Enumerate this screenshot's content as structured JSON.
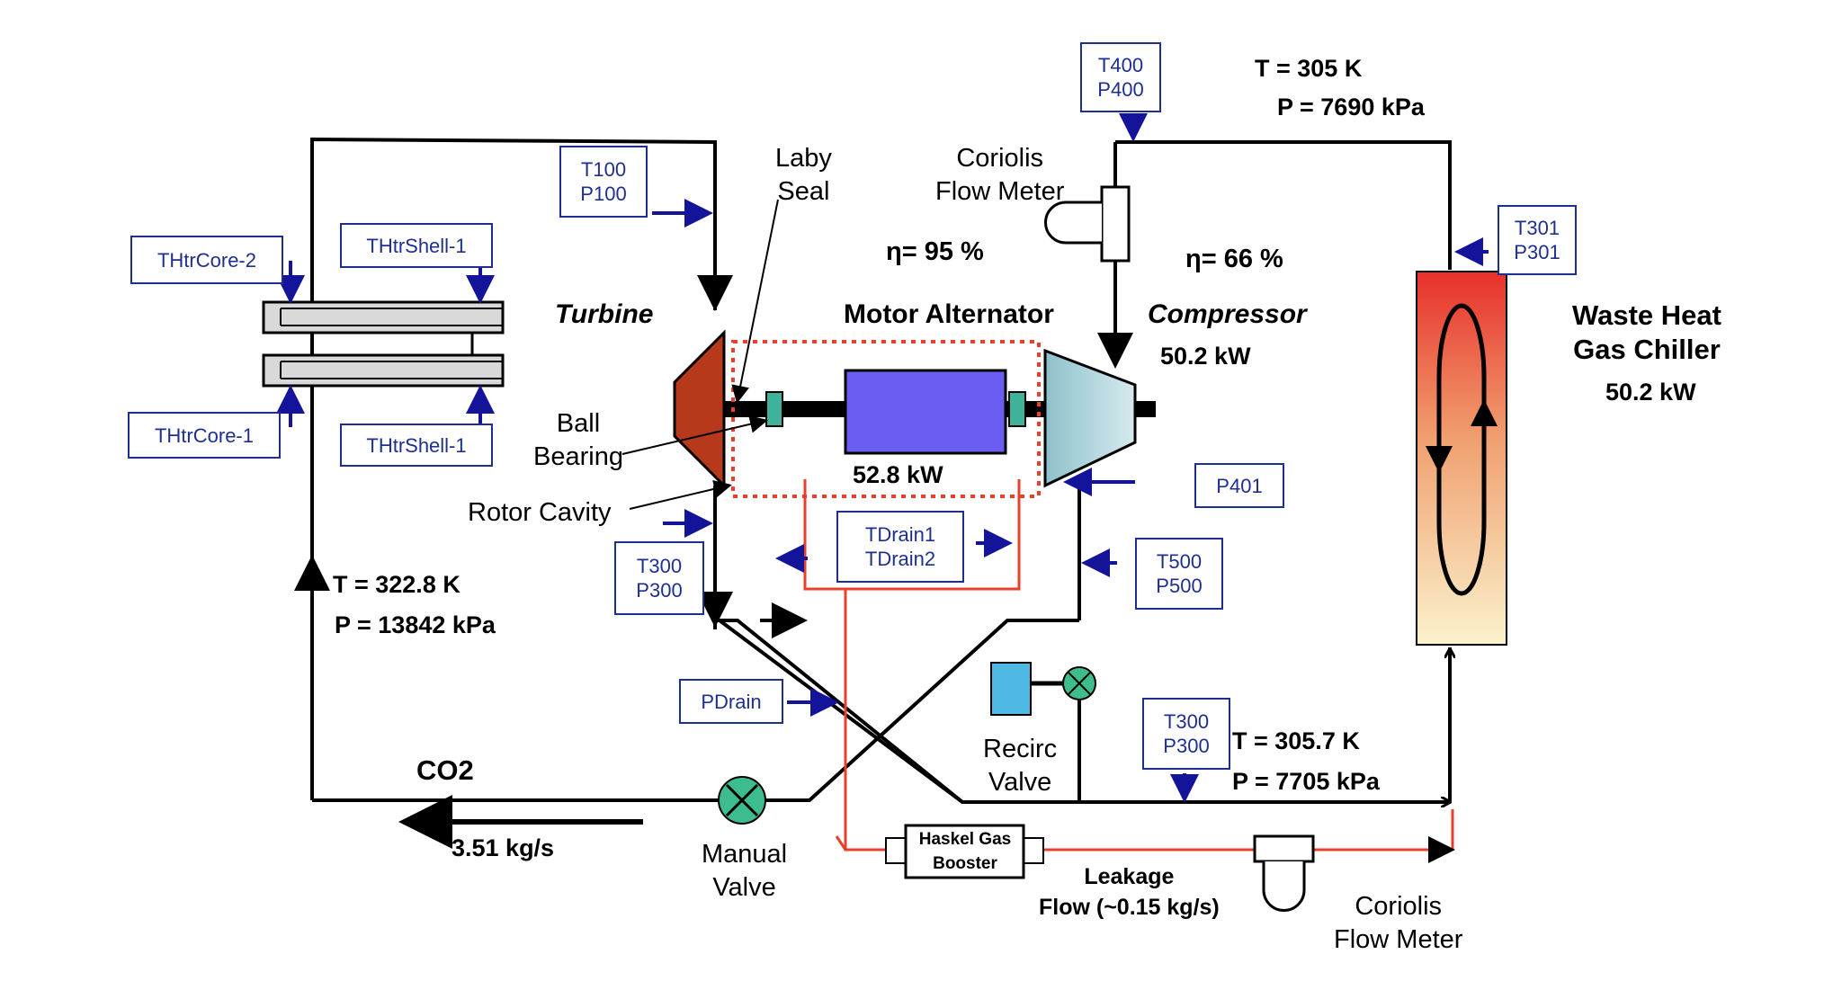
{
  "sensors": {
    "t400": [
      "T400",
      "P400"
    ],
    "t100": [
      "T100",
      "P100"
    ],
    "t301": [
      "T301",
      "P301"
    ],
    "thtrcore2": [
      "THtrCore-2"
    ],
    "thtrshell1_top": [
      "THtrShell-1"
    ],
    "thtrcore1": [
      "THtrCore-1"
    ],
    "thtrshell1_bot": [
      "THtrShell-1"
    ],
    "p401": [
      "P401"
    ],
    "tdrain": [
      "TDrain1",
      "TDrain2"
    ],
    "t300_left": [
      "T300",
      "P300"
    ],
    "t500": [
      "T500",
      "P500"
    ],
    "pdrain": [
      "PDrain"
    ],
    "t300_right": [
      "T300",
      "P300"
    ]
  },
  "labels": {
    "t_top": "T = 305 K",
    "p_top": "P = 7690 kPa",
    "laby_seal": [
      "Laby",
      "Seal"
    ],
    "coriolis_top": [
      "Coriolis",
      "Flow Meter"
    ],
    "eta_turbine": "η= 95 %",
    "eta_comp": "η= 66 %",
    "turbine": "Turbine",
    "motor_alternator": "Motor Alternator",
    "compressor": "Compressor",
    "comp_power": "50.2 kW",
    "chiller": [
      "Waste Heat",
      "Gas Chiller"
    ],
    "chiller_power": "50.2 kW",
    "ball_bearing": [
      "Ball",
      "Bearing"
    ],
    "alt_power": "52.8 kW",
    "rotor_cavity": "Rotor Cavity",
    "t_left": "T = 322.8 K",
    "p_left": "P = 13842 kPa",
    "recirc_valve": [
      "Recirc",
      "Valve"
    ],
    "t_right": "T = 305.7 K",
    "p_right": "P = 7705 kPa",
    "co2": "CO2",
    "flow": "3.51 kg/s",
    "manual_valve": [
      "Manual",
      "Valve"
    ],
    "haskel": [
      "Haskel Gas",
      "Booster"
    ],
    "leakage": [
      "Leakage",
      "Flow (~0.15 kg/s)"
    ],
    "coriolis_bot": [
      "Coriolis",
      "Flow Meter"
    ]
  },
  "colors": {
    "pipe": "#000000",
    "leak_line": "#e8402a",
    "sensor_border": "#1f2f8f",
    "arrow_blue": "#14149a",
    "turbine": "#b5391a",
    "alternator": "#6b5cf2",
    "compressor": "#a9cfd6",
    "coupling": "#3fb39a",
    "valve": "#3dbd8d",
    "recirc_box": "#4fb9e6"
  }
}
